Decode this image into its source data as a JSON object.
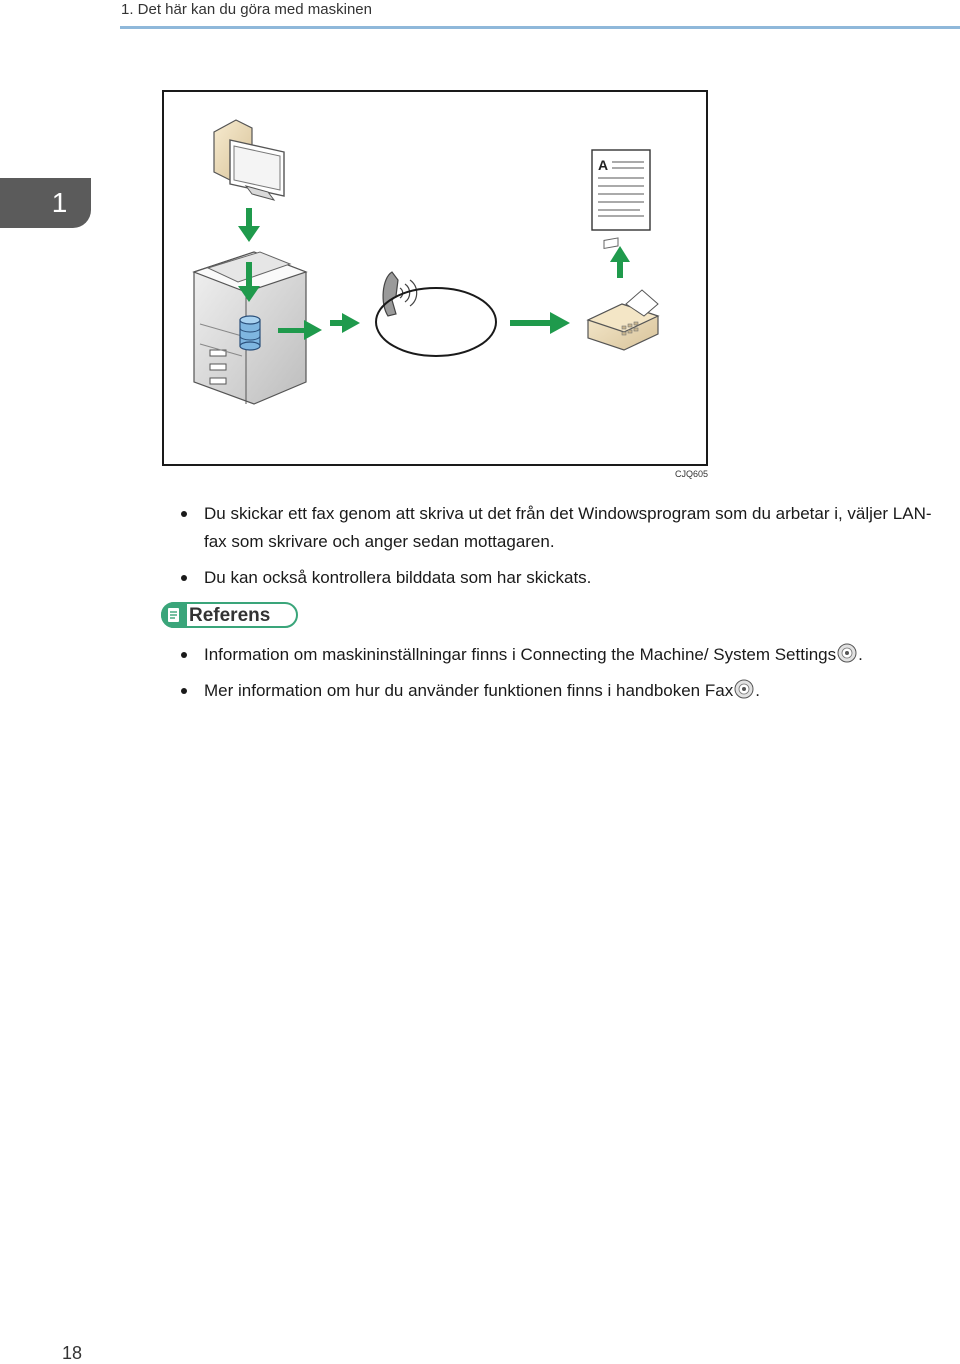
{
  "header": {
    "text": "1. Det här kan du göra med maskinen"
  },
  "chapter_tab": {
    "number": "1"
  },
  "figure": {
    "code": "CJQ605",
    "document_letter": "A",
    "colors": {
      "arrow": "#1f9a4c",
      "frame": "#1a1a1a"
    },
    "icons": [
      "computer-icon",
      "multifunction-printer-icon",
      "hard-disk-icon",
      "telephone-line-icon",
      "fax-machine-icon",
      "document-icon"
    ]
  },
  "bullets": [
    "Du skickar ett fax genom att skriva ut det från det Windowsprogram som du arbetar i, väljer LAN-fax som skrivare och anger sedan mottagaren.",
    "Du kan också kontrollera bilddata som har skickats."
  ],
  "reference": {
    "label": "Referens",
    "items": [
      {
        "text": "Information om maskininställningar finns i Connecting the Machine/ System Settings",
        "suffix": "."
      },
      {
        "text": "Mer information om hur du använder funktionen finns i handboken Fax",
        "suffix": "."
      }
    ]
  },
  "page_number": "18"
}
